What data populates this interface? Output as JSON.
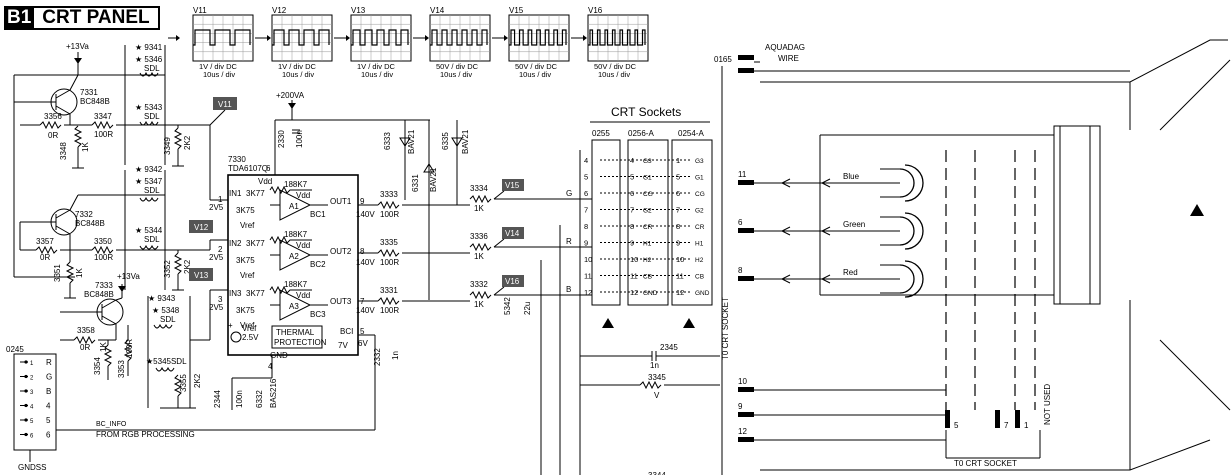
{
  "panel": {
    "badge": "B1",
    "title": "CRT PANEL"
  },
  "scopes": [
    {
      "name": "V11",
      "scale1": "1V / div DC",
      "scale2": "10us / div"
    },
    {
      "name": "V12",
      "scale1": "1V / div DC",
      "scale2": "10us / div"
    },
    {
      "name": "V13",
      "scale1": "1V / div DC",
      "scale2": "10us / div"
    },
    {
      "name": "V14",
      "scale1": "50V / div DC",
      "scale2": "10us / div"
    },
    {
      "name": "V15",
      "scale1": "50V / div DC",
      "scale2": "10us / div"
    },
    {
      "name": "V16",
      "scale1": "50V / div DC",
      "scale2": "10us / div"
    }
  ],
  "supplies": {
    "v13a_top": "+13Va",
    "v13a_mid": "+13Va",
    "v200a": "+200VA"
  },
  "transistors": [
    {
      "ref": "7331",
      "type": "BC848B"
    },
    {
      "ref": "7332",
      "type": "BC848B"
    },
    {
      "ref": "7333",
      "type": "BC848B"
    }
  ],
  "sdl_blocks": [
    {
      "star": "9341",
      "ref": "5346",
      "sdl": "SDL"
    },
    {
      "ref": "5343",
      "sdl": "SDL"
    },
    {
      "star": "9342",
      "ref": "5347",
      "sdl": "SDL"
    },
    {
      "ref": "5344",
      "sdl": "SDL"
    },
    {
      "star": "9343",
      "ref": "5348",
      "sdl": "SDL"
    },
    {
      "ref": "5345SDL"
    }
  ],
  "resistors_left": [
    {
      "ref": "3356",
      "val": "0R"
    },
    {
      "ref": "3347",
      "val": "100R"
    },
    {
      "ref": "3348",
      "val": "1K"
    },
    {
      "ref": "3349",
      "val": "2K2"
    },
    {
      "ref": "3357",
      "val": "0R"
    },
    {
      "ref": "3350",
      "val": "100R"
    },
    {
      "ref": "3351",
      "val": "1K"
    },
    {
      "ref": "3352",
      "val": "2K2"
    },
    {
      "ref": "3358",
      "val": "0R"
    },
    {
      "ref": "3354",
      "val": "1K"
    },
    {
      "ref": "3353",
      "val": "100R"
    },
    {
      "ref": "3355",
      "val": "2K2"
    }
  ],
  "ic": {
    "ref": "7330",
    "part": "TDA6107Q",
    "vdd": "Vdd",
    "pin6": "6",
    "inputs": [
      {
        "name": "IN1",
        "r1": "3K77",
        "r2": "3K75",
        "vdd": "Vdd",
        "rf": "188K7",
        "amp": "A1",
        "bc": "BC1",
        "out": "OUT1",
        "pin_in": "1",
        "pin_out": "9",
        "bias": "2V5"
      },
      {
        "name": "IN2",
        "r1": "3K77",
        "r2": "3K75",
        "vdd": "Vdd",
        "rf": "188K7",
        "amp": "A2",
        "bc": "BC2",
        "out": "OUT2",
        "pin_in": "2",
        "pin_out": "8",
        "bias": "2V5"
      },
      {
        "name": "IN3",
        "r1": "3K77",
        "r2": "3K75",
        "vdd": "Vdd",
        "rf": "188K7",
        "amp": "A3",
        "bc": "BC3",
        "out": "OUT3",
        "pin_in": "3",
        "pin_out": "7",
        "bias": "2V5"
      }
    ],
    "vref_label": "Vref",
    "vref_src": "Vref",
    "vref_val": "2.5V",
    "thermal1": "THERMAL",
    "thermal2": "PROTECTION",
    "bci": "BCI",
    "bci_pin": "5",
    "gnd": "GND",
    "gnd_pin": "4",
    "zener": "7V",
    "v6": "6V"
  },
  "out_chain": [
    {
      "ref": "3333",
      "val": "100R",
      "v": "140V",
      "r2ref": "3334",
      "r2val": "1K",
      "color": "G",
      "probe": "V15"
    },
    {
      "ref": "3335",
      "val": "100R",
      "v": "140V",
      "r2ref": "3336",
      "r2val": "1K",
      "color": "R",
      "probe": "V14"
    },
    {
      "ref": "3331",
      "val": "100R",
      "v": "140V",
      "r2ref": "3332",
      "r2val": "1K",
      "color": "B",
      "probe": "V16"
    }
  ],
  "probes": {
    "v11": "V11",
    "v12": "V12",
    "v13": "V13"
  },
  "caps": [
    {
      "ref": "2330",
      "val": "100n"
    },
    {
      "ref": "2332",
      "val": "1n"
    },
    {
      "ref": "2344",
      "val": "100n"
    },
    {
      "ref": "5342",
      "val": "22u"
    },
    {
      "ref": "2345",
      "val": "1n"
    },
    {
      "ref": "3345",
      "val": "V"
    }
  ],
  "diodes": [
    {
      "ref": "6333",
      "type": "BAV21"
    },
    {
      "ref": "6335",
      "type": "BAV21"
    },
    {
      "ref": "6331",
      "type": "BAV21"
    },
    {
      "ref": "6332",
      "type": "BAS216"
    }
  ],
  "sockets": {
    "title": "CRT Sockets",
    "s255": "0255",
    "s256": "0256-A",
    "s254": "0254-A",
    "pins": [
      "4",
      "5",
      "6",
      "7",
      "8",
      "9",
      "10",
      "11",
      "12"
    ],
    "s254_pins": [
      "1",
      "5",
      "6",
      "7",
      "8",
      "9",
      "10",
      "11",
      "12"
    ],
    "s254_labels": [
      "G3",
      "G1",
      "CG",
      "G2",
      "CR",
      "H1",
      "H2",
      "CB",
      "GND"
    ],
    "s256_labels": [
      "G3",
      "G1",
      "CG",
      "G2",
      "CR",
      "H1",
      "H2",
      "CB",
      "GND"
    ]
  },
  "aquadag": {
    "ref": "0165",
    "l1": "AQUADAG",
    "l2": "WIRE"
  },
  "crt": {
    "guns": [
      "Blue",
      "Green",
      "Red"
    ],
    "pins": [
      "11",
      "6",
      "8",
      "10",
      "9",
      "12"
    ],
    "to_socket_v": "T0 CRT SOCKET",
    "to_socket_h": "T0 CRT SOCKET",
    "bottom_pins": [
      "5",
      "7",
      "1"
    ],
    "not_used": "NOT USED"
  },
  "connector": {
    "ref": "0245",
    "pins": [
      "R",
      "G",
      "B",
      "4",
      "5",
      "6"
    ],
    "pin_nums": [
      "1",
      "2",
      "3",
      "4",
      "5",
      "6"
    ],
    "gnd": "GNDSS",
    "bc_info": "BC_INFO",
    "from": "FROM RGB  PROCESSING"
  },
  "misc": {
    "r3344": "3344"
  }
}
